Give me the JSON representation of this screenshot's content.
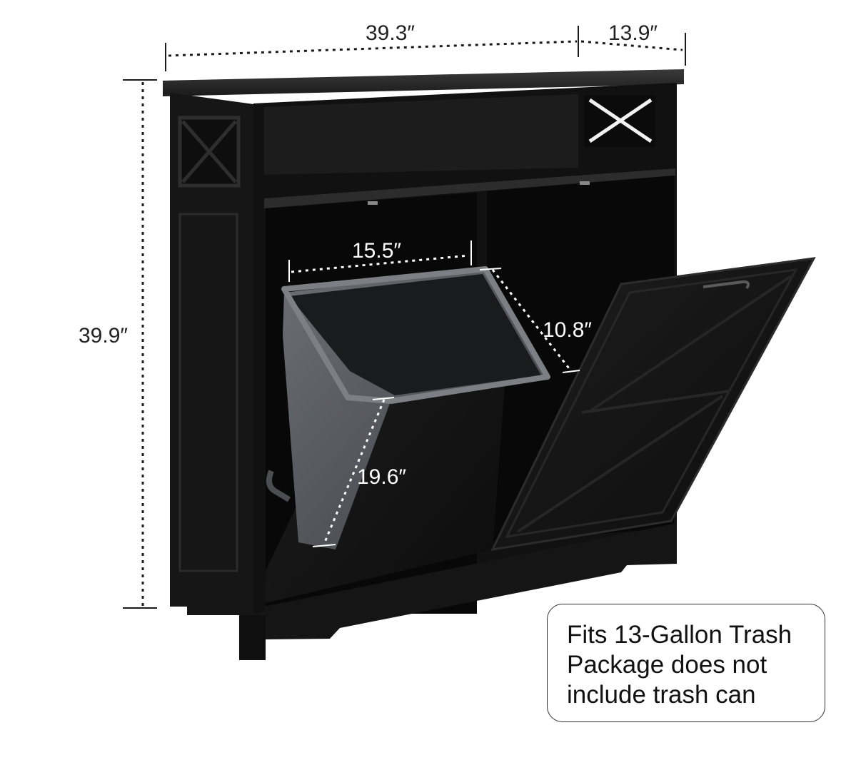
{
  "dimensions": {
    "width": "39.3″",
    "depth": "13.9″",
    "height": "39.9″",
    "bin_width": "15.5″",
    "bin_depth": "10.8″",
    "bin_height": "19.6″"
  },
  "note": {
    "line1": "Fits 13-Gallon Trash",
    "line2": "Package does not",
    "line3": "include trash can"
  },
  "colors": {
    "cabinet": "#121212",
    "cabinet_edge": "#2a2a2a",
    "bin": "#5e6166",
    "background": "#ffffff"
  }
}
